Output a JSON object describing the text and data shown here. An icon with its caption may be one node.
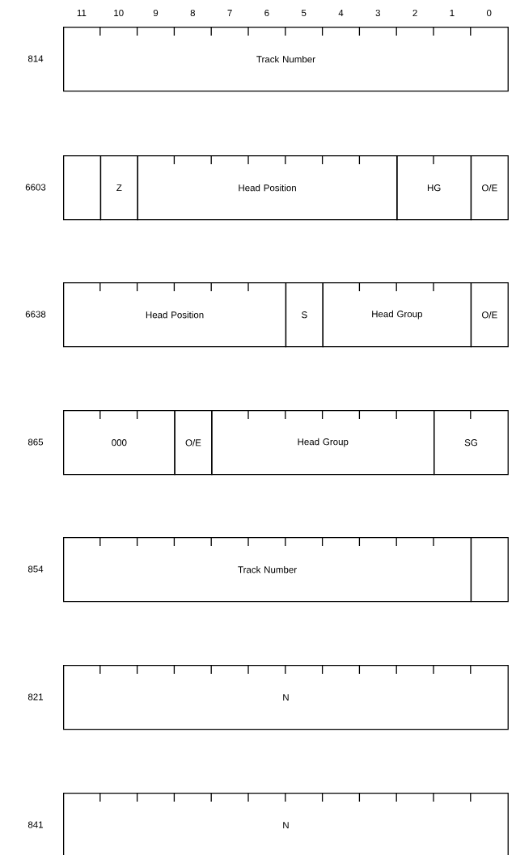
{
  "diagram": {
    "nodes": [
      {
        "text": [
          "Track Number"
        ]
      },
      {
        "text": [],
        "shape": "box"
      },
      {
        "text": [
          "Z"
        ]
      },
      {
        "text": [
          "Head Position"
        ]
      },
      {
        "text": [
          "HG"
        ]
      },
      {
        "text": [
          "O/E"
        ]
      },
      {
        "text": [
          "Head Position"
        ]
      },
      {
        "text": [
          "S"
        ]
      },
      {
        "text": [
          "Head Group"
        ]
      },
      {
        "text": [
          "O/E"
        ]
      },
      {
        "text": [
          "000"
        ]
      },
      {
        "text": [
          "O/E"
        ]
      },
      {
        "text": [
          "Head Group"
        ]
      },
      {
        "text": [
          "SG"
        ]
      },
      {
        "text": [
          "Track Number"
        ]
      },
      {
        "text": [],
        "shape": "box"
      },
      {
        "text": [
          "N"
        ]
      },
      {
        "text": [
          "N"
        ]
      }
    ],
    "labels": [
      "11",
      "10",
      "9",
      "8",
      "7",
      "6",
      "5",
      "4",
      "3",
      "2",
      "1",
      "0",
      "814",
      "6603",
      "6638",
      "865",
      "854",
      "821",
      "841"
    ]
  }
}
